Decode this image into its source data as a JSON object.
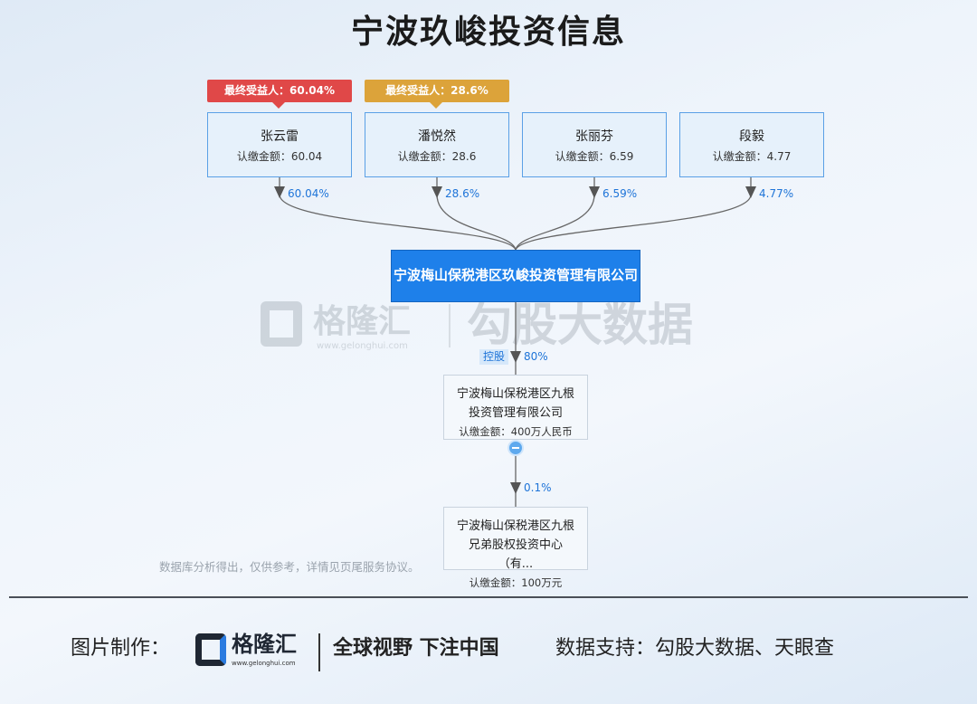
{
  "title": "宁波玖峻投资信息",
  "badges": [
    "最终受益人：60.04%",
    "最终受益人：28.6%"
  ],
  "shareholders": [
    {
      "name": "张云雷",
      "amount": "认缴金额：60.04",
      "pct": "60.04%"
    },
    {
      "name": "潘悦然",
      "amount": "认缴金额：28.6",
      "pct": "28.6%"
    },
    {
      "name": "张丽芬",
      "amount": "认缴金额：6.59",
      "pct": "6.59%"
    },
    {
      "name": "段毅",
      "amount": "认缴金额：4.77",
      "pct": "4.77%"
    }
  ],
  "main_company": "宁波梅山保税港区玖峻投资管理有限公司",
  "control_label": "控股",
  "control_pct": "80%",
  "sub1": {
    "name": "宁波梅山保税港区九根投资管理有限公司",
    "amount": "认缴金额：400万人民币"
  },
  "sub2_pct": "0.1%",
  "sub2": {
    "name": "宁波梅山保税港区九根兄弟股权投资中心（有...",
    "amount": "认缴金额：100万元"
  },
  "disclaimer": "数据库分析得出，仅供参考，详情见页尾服务协议。",
  "watermarks": {
    "logo": "格隆汇",
    "url": "www.gelonghui.com",
    "brand": "勾股大数据"
  },
  "footer": {
    "made_by": "图片制作：",
    "logo": "格隆汇",
    "logo_url": "www.gelonghui.com",
    "slogan": "全球视野 下注中国",
    "data_support": "数据支持：勾股大数据、天眼查"
  },
  "colors": {
    "accent": "#1e80ea",
    "badge_red": "#e04848",
    "badge_gold": "#dca33a"
  }
}
